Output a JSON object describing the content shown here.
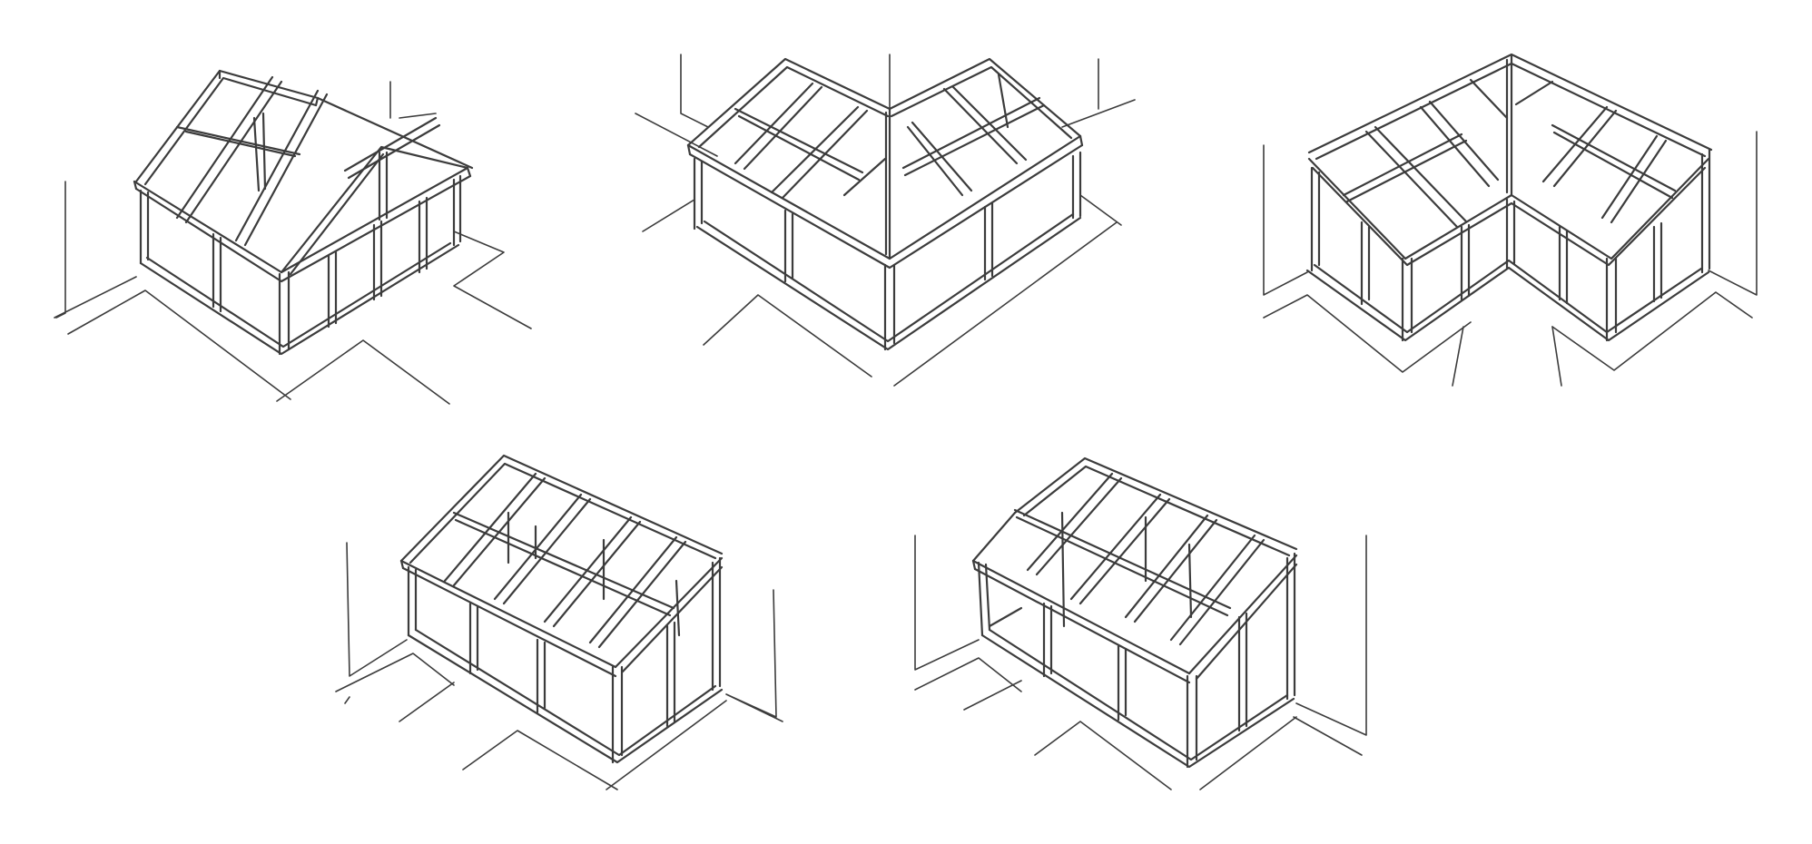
{
  "illustration": {
    "background": "#ffffff",
    "line_color": "#3c3c3c",
    "items": [
      {
        "name": "gable-conservatory",
        "roof": "gable"
      },
      {
        "name": "l-shaped-hip-conservatory",
        "roof": "hip-valley"
      },
      {
        "name": "l-shaped-lean-to-conservatory",
        "roof": "lean-to-corner"
      },
      {
        "name": "lean-to-conservatory",
        "roof": "lean-to"
      },
      {
        "name": "corner-lean-to-conservatory",
        "roof": "lean-to"
      }
    ]
  }
}
